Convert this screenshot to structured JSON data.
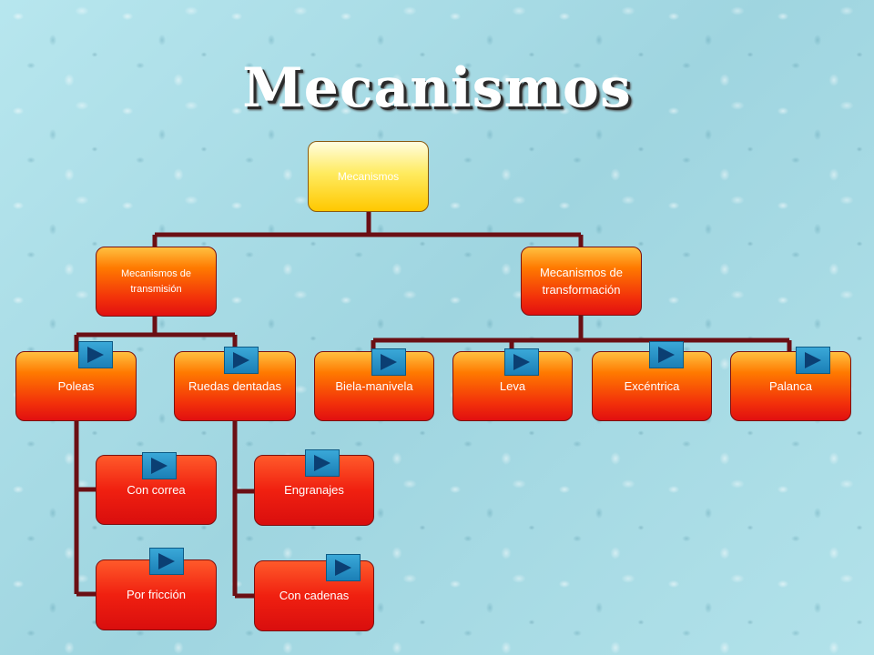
{
  "title": "Mecanismos",
  "root": {
    "label": "Mecanismos"
  },
  "level1": [
    {
      "label": "Mecanismos de transmisión"
    },
    {
      "label": "Mecanismos de transformación"
    }
  ],
  "level2": [
    {
      "label": "Poleas"
    },
    {
      "label": "Ruedas dentadas"
    },
    {
      "label": "Biela-manivela"
    },
    {
      "label": "Leva"
    },
    {
      "label": "Excéntrica"
    },
    {
      "label": "Palanca"
    }
  ],
  "level3": [
    {
      "label": "Con correa"
    },
    {
      "label": "Por fricción"
    },
    {
      "label": "Engranajes"
    },
    {
      "label": "Con cadenas"
    }
  ],
  "colors": {
    "connector": "#6b0f14",
    "button": "#1b7fb6",
    "node": "#f2300a",
    "root": "#ffeb60"
  }
}
